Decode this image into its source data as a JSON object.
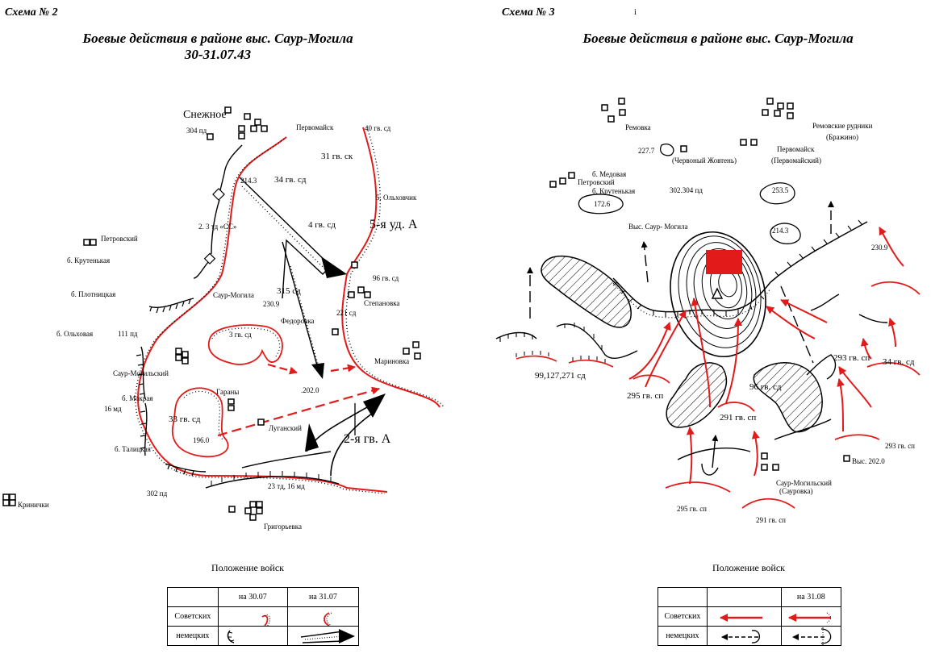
{
  "scheme2": {
    "header": "Схема № 2",
    "title_line1": "Боевые действия в районе выс. Саур-Могила",
    "title_line2": "30-31.07.43",
    "places": {
      "snezhnoe": "Снежное",
      "d304": "304 пд",
      "pervomaisk": "Первомайск",
      "d40": "40 гв. сд",
      "sk31": "31 гв. ск",
      "h2143": "214.3",
      "sd34": "34 гв. сд",
      "olkhovchik": "5. Ольховчик",
      "td2": "2. 3 тд «СС»",
      "sd4": "4 гв. сд",
      "ud5": "5-я уд. А",
      "petrovskiy": "Петровский",
      "krutenkaya": "б. Крутенькая",
      "plotnitskaya": "б. Плотницкая",
      "olkhovaya": "б. Ольховая",
      "pd111": "111 пд",
      "saur_mogila": "Саур-Могила",
      "h2309": "230.9",
      "sd315": "315 сд",
      "sd96": "96 гв. сд",
      "stepanovka": "Степановка",
      "sd221": "221 сд",
      "fedorovka": "Федоровка",
      "sd3": "3 гв. сд",
      "marinovka": "Мариновка",
      "saur_mogilskiy": "Саур-Могильский",
      "mokraya": "б. Мокрая",
      "md16": "16 мд",
      "garany": "Гараны",
      "h2020": ".202.0",
      "sd33": "33 гв. сд",
      "luganskiy": "Луганский",
      "a2": "2-я гв. А",
      "h1960": "196.0",
      "talitskaya": "б. Талицкая",
      "pd302": "302 пд",
      "td23": "23 тд, 16 мд",
      "grigorievka": "Григорьевка",
      "krinichki": "Кринички"
    },
    "legend": {
      "caption": "Положение войск",
      "col1": "на 30.07",
      "col2": "на 31.07",
      "row1": "Советских",
      "row2": "немецких"
    }
  },
  "scheme3": {
    "header": "Схема № 3",
    "mark": "і",
    "title": "Боевые действия в районе выс. Саур-Могила",
    "places": {
      "removka": "Ремовка",
      "remov_rudniki": "Ремовские рудники",
      "brazhino": "(Бражино)",
      "h2277": "227.7",
      "chervony": "(Червоный Жовтень)",
      "pervomaisk": "Первомайск",
      "pervomaiskiy": "(Первомайский)",
      "medovaya": "б. Медовая",
      "petrovskiy": "Петровский",
      "krutenkaya": "б. Крутенькая",
      "pd302304": "302.304 пд",
      "h2535": "253.5",
      "h1726": "172.6",
      "vys_saur": "Выс. Саур- Могила",
      "h2143": "214.3",
      "h2309": "230.9",
      "sd99": "99,127,271 сд",
      "sp293a": "293 гв. сп",
      "sd34": "34 гв. сд",
      "sp295a": "295 гв. сп",
      "sd96": "96 гв. сд",
      "sp291a": "291 гв. сп",
      "sp293b": "293 гв. сп",
      "vys2020": "Выс. 202.0",
      "saur_mogilskiy": "Саур-Могильский",
      "saurovka": "(Сауровка)",
      "sp295b": "295 гв. сп",
      "sp291b": "291 гв. сп"
    },
    "legend": {
      "caption": "Положение войск",
      "col1": "",
      "col2": "на 31.08",
      "row1": "Советских",
      "row2": "немецких"
    }
  },
  "colors": {
    "soviet": "#e21a1a",
    "german": "#000000",
    "flag": "#e21a1a"
  }
}
